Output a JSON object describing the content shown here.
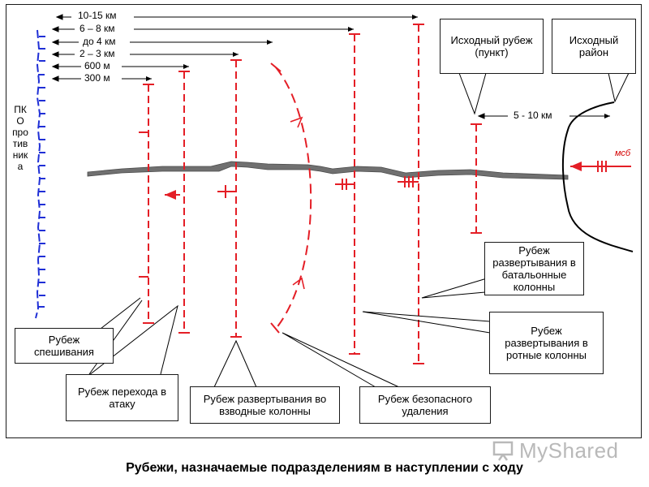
{
  "distances": [
    {
      "label": "10-15 км"
    },
    {
      "label": "6 – 8 км"
    },
    {
      "label": "до 4 км"
    },
    {
      "label": "2 – 3 км"
    },
    {
      "label": "600 м"
    },
    {
      "label": "300 м"
    }
  ],
  "enemy_label": [
    "ПК",
    "О",
    "про",
    "тив",
    "ник",
    "а"
  ],
  "callouts": {
    "start_line": "Исходный рубеж (пункт)",
    "start_area": "Исходный район",
    "battalion": "Рубеж развертывания в батальонные колонны",
    "company": "Рубеж развертывания в ротные колонны",
    "safe": "Рубеж безопасного удаления",
    "platoon": "Рубеж развертывания во взводные колонны",
    "attack": "Рубеж перехода в атаку",
    "dismount": "Рубеж спешивания"
  },
  "gap_label": "5 - 10 км",
  "unit_label": "мсб",
  "caption": "Рубежи, назначаемые подразделениям в наступлении с ходу",
  "watermark": "MyShared",
  "colors": {
    "red": "#e41e26",
    "blue": "#1f2fd6",
    "river": "#707070"
  }
}
